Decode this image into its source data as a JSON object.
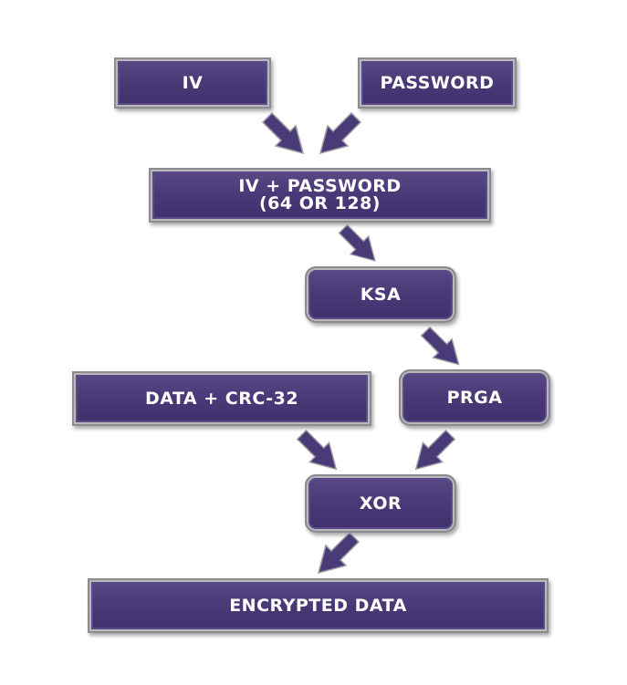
{
  "nodes": {
    "iv": {
      "label": "IV"
    },
    "password": {
      "label": "PASSWORD"
    },
    "iv_password": {
      "line1": "IV + PASSWORD",
      "line2": "(64 OR 128)"
    },
    "ksa": {
      "label": "KSA"
    },
    "data_crc": {
      "label": "DATA + CRC-32"
    },
    "prga": {
      "label": "PRGA"
    },
    "xor": {
      "label": "XOR"
    },
    "encrypted": {
      "label": "ENCRYPTED DATA"
    }
  },
  "colors": {
    "box_fill": "#4a3a78",
    "box_border": "#8b8b90",
    "arrow_fill": "#4a3a78",
    "text": "#ffffff"
  }
}
